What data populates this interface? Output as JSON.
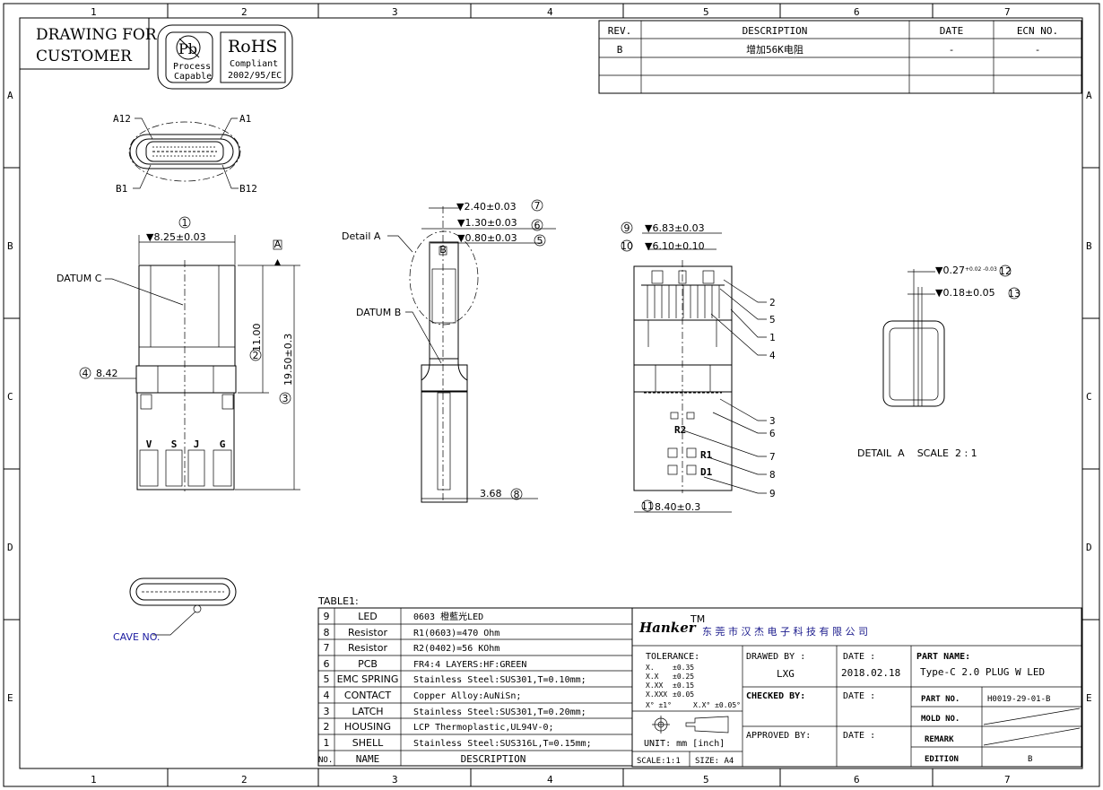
{
  "frame": {
    "columns": [
      "1",
      "2",
      "3",
      "4",
      "5",
      "6",
      "7"
    ],
    "rows": [
      "A",
      "B",
      "C",
      "D",
      "E"
    ]
  },
  "header": {
    "drawing_for": [
      "DRAWING FOR",
      "CUSTOMER"
    ],
    "pb_logo": {
      "symbol": "Pb",
      "lines": [
        "Process",
        "Capable"
      ]
    },
    "rohs_logo": {
      "title": "RoHS",
      "lines": [
        "Compliant",
        "2002/95/EC"
      ]
    }
  },
  "revision_table": {
    "headers": [
      "REV.",
      "DESCRIPTION",
      "DATE",
      "ECN NO."
    ],
    "rows": [
      [
        "B",
        "增加56K电阻",
        "-",
        "-"
      ]
    ]
  },
  "views": {
    "pin_labels": [
      "A12",
      "A1",
      "B1",
      "B12"
    ],
    "front": {
      "dim1": "8.25±0.03",
      "dim1_no": "1",
      "dim2": "11.00",
      "dim2_no": "2",
      "dim3": "19.50±0.3",
      "dim3_no": "3",
      "dim4": "8.42",
      "dim4_no": "4",
      "datum_c": "DATUM  C",
      "datum_a": "A",
      "pad_labels": [
        "V",
        "S",
        "J",
        "G"
      ]
    },
    "side": {
      "dim7": "2.40±0.03",
      "dim7_no": "7",
      "dim6": "1.30±0.03",
      "dim6_no": "6",
      "dim5": "0.80±0.03",
      "dim5_no": "5",
      "dim8": "3.68",
      "dim8_no": "8",
      "detail_a": "Detail  A",
      "datum_b": "DATUM  B",
      "datum_b_box": "B"
    },
    "back": {
      "dim9": "6.83±0.03",
      "dim9_no": "9",
      "dim10": "6.10±0.10",
      "dim10_no": "10",
      "dim11": "8.40±0.3",
      "dim11_no": "11",
      "component_labels": [
        "R2",
        "R1",
        "D1"
      ],
      "balloons": [
        "2",
        "5",
        "1",
        "4",
        "3",
        "6",
        "7",
        "8",
        "9"
      ]
    },
    "detail": {
      "dim12": "0.27",
      "dim12_tol": "+0.02 -0.03",
      "dim12_no": "12",
      "dim13": "0.18±0.05",
      "dim13_no": "13",
      "caption": "DETAIL  A    SCALE  2 : 1"
    },
    "bottom": {
      "cave_no": "CAVE  NO."
    }
  },
  "bom": {
    "title": "TABLE1:",
    "headers": [
      "NO.",
      "NAME",
      "DESCRIPTION"
    ],
    "rows": [
      [
        "9",
        "LED",
        "0603 橙藍光LED"
      ],
      [
        "8",
        "Resistor",
        "R1(0603)=470 Ohm"
      ],
      [
        "7",
        "Resistor",
        "R2(0402)=56 KOhm"
      ],
      [
        "6",
        "PCB",
        "FR4:4 LAYERS:HF:GREEN"
      ],
      [
        "5",
        "EMC SPRING",
        "Stainless Steel:SUS301,T=0.10mm;"
      ],
      [
        "4",
        "CONTACT",
        "Copper Alloy:AuNiSn;"
      ],
      [
        "3",
        "LATCH",
        "Stainless Steel:SUS301,T=0.20mm;"
      ],
      [
        "2",
        "HOUSING",
        "LCP Thermoplastic,UL94V-0;"
      ],
      [
        "1",
        "SHELL",
        "Stainless Steel:SUS316L,T=0.15mm;"
      ]
    ]
  },
  "title_block": {
    "logo": "Hanker",
    "logo_tm": "TM",
    "company": "东 莞 市 汉 杰 电 子 科 技 有 限 公 司",
    "tolerance_label": "TOLERANCE:",
    "tolerances": [
      [
        "X.",
        "±0.35"
      ],
      [
        "X.X",
        "±0.25"
      ],
      [
        "X.XX",
        "±0.15"
      ],
      [
        "X.XXX",
        "±0.05"
      ]
    ],
    "angle_tol": "X° ±1°     X.X° ±0.05°",
    "unit": "UNIT: mm [inch]",
    "scale": "SCALE:1:1",
    "size": "SIZE: A4",
    "drawed_by_label": "DRAWED BY :",
    "drawed_by": "LXG",
    "date_label": "DATE :",
    "date": "2018.02.18",
    "checked_by_label": "CHECKED BY:",
    "approved_by_label": "APPROVED BY:",
    "part_name_label": "PART NAME:",
    "part_name": "Type-C 2.0 PLUG W LED",
    "part_no_label": "PART NO.",
    "part_no": "H0019-29-01-B",
    "mold_no_label": "MOLD NO.",
    "remark_label": "REMARK",
    "edition_label": "EDITION",
    "edition": "B"
  }
}
